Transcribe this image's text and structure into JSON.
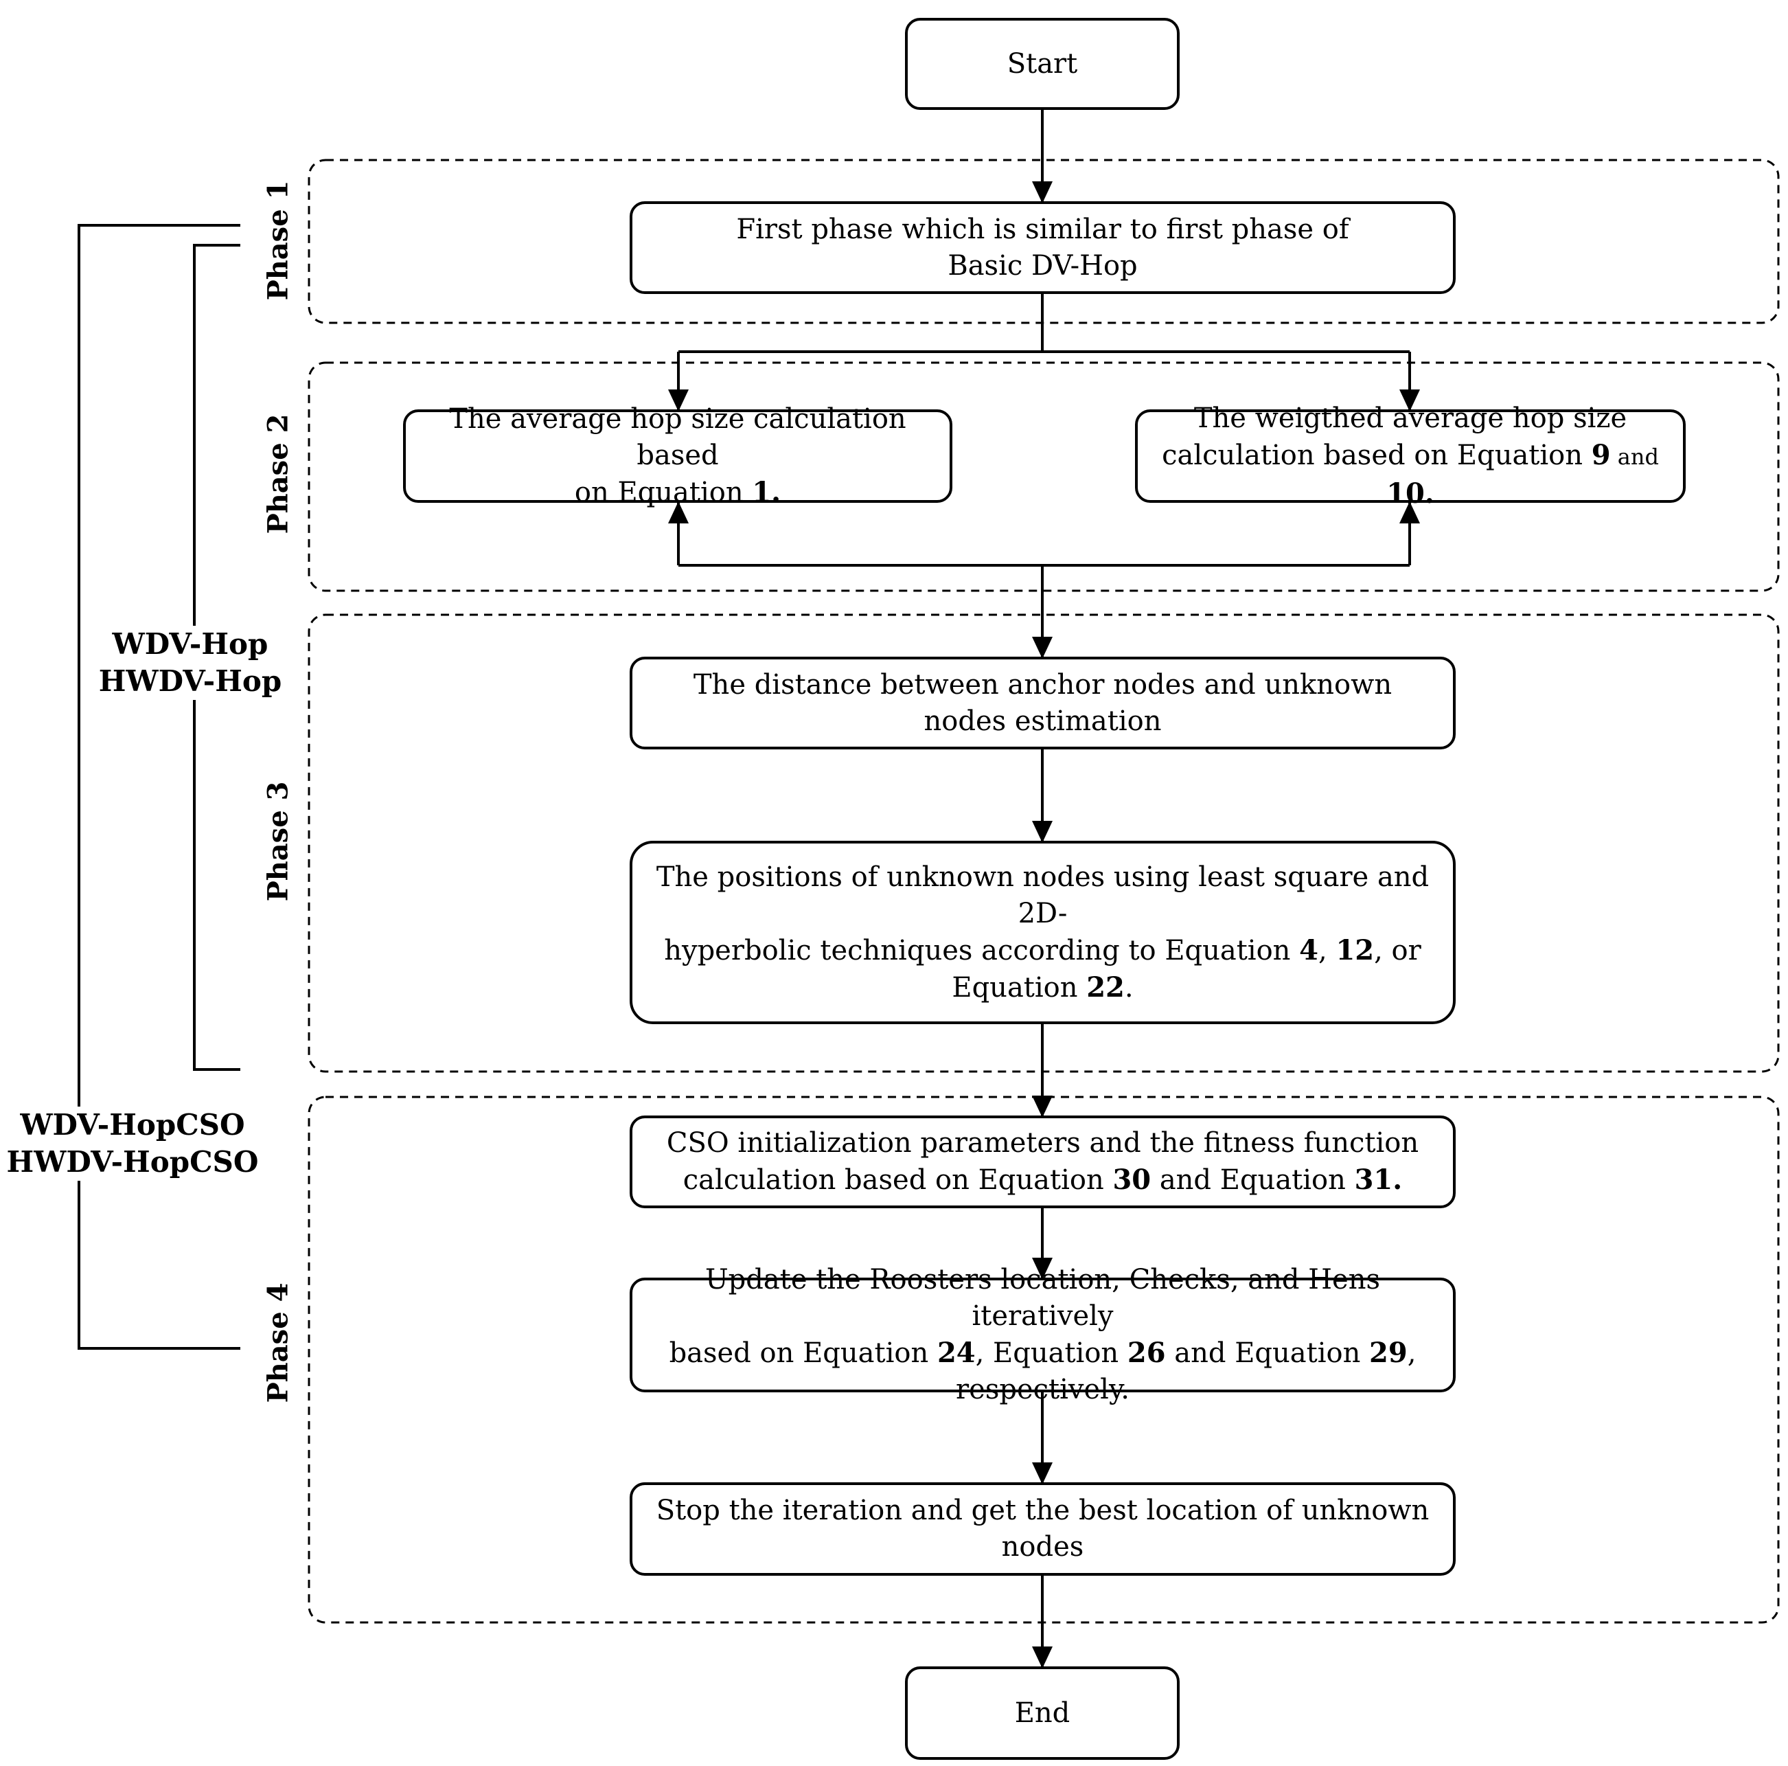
{
  "nodes": {
    "start": "Start",
    "phase1_step": {
      "line1": "First phase which is similar to first phase of",
      "line2": "Basic DV-Hop"
    },
    "avg_hop": {
      "line1": "The average hop size calculation based",
      "line2_prefix": "on Equation ",
      "eq": "1."
    },
    "weighted_hop": {
      "line1": "The weigthed average hop size",
      "line2_prefix": "calculation based on Equation ",
      "eq1": "9",
      "and": " and ",
      "eq2": "10."
    },
    "distance": {
      "line1": "The distance between anchor nodes and unknown",
      "line2": "nodes estimation"
    },
    "positions": {
      "line1": "The positions of unknown nodes using least square and 2D-",
      "line2_prefix": "hyperbolic techniques according to Equation ",
      "eq1": "4",
      "sep": ", ",
      "eq2": "12",
      "suffix": ", or",
      "line3_prefix": "Equation ",
      "eq3": "22",
      "end": "."
    },
    "cso_init": {
      "line1": "CSO initialization parameters and the fitness function",
      "line2_prefix": "calculation based on Equation ",
      "eq1": "30",
      "mid": " and Equation ",
      "eq2": "31."
    },
    "update": {
      "line1": "Update the Roosters location, Checks, and Hens iteratively",
      "line2_prefix": "based on Equation ",
      "eq1": "24",
      "mid1": ", Equation ",
      "eq2": "26",
      "mid2": " and Equation ",
      "eq3": "29",
      "suffix": ",",
      "line3": "respectively."
    },
    "stop": "Stop the iteration and get the best location of unknown nodes",
    "end": "End"
  },
  "phases": [
    "Phase 1",
    "Phase 2",
    "Phase 3",
    "Phase 4"
  ],
  "brackets": {
    "inner": {
      "line1": "WDV-Hop",
      "line2": "HWDV-Hop"
    },
    "outer": {
      "line1": "WDV-HopCSO",
      "line2": "HWDV-HopCSO"
    }
  }
}
